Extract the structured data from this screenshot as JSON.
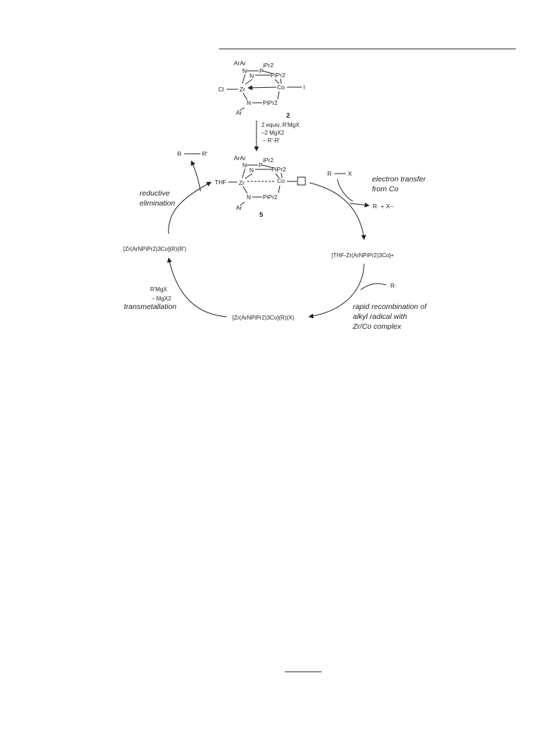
{
  "complex2": {
    "ar_top": "ArAr",
    "n_upper": "N",
    "n_mid": "N",
    "n_low": "N",
    "ipr2_top": "iPr2",
    "p_top": "P",
    "pipr2_mid": "PiPr2",
    "pipr2_low": "PiPr2",
    "cl": "Cl",
    "zr": "Zr",
    "co": "Co",
    "i": "I",
    "ar_low": "Ar",
    "number": "2"
  },
  "reagents_down": {
    "line1": "2 equiv. R'MgX",
    "line2": "–2 MgX2",
    "line3": "– R'-R'"
  },
  "complex5": {
    "ar_top": "ArAr",
    "n_upper": "N",
    "n_mid": "N",
    "n_low": "N",
    "ipr2_top": "iPr2",
    "p_top": "P",
    "pipr2_mid": "PiPr2",
    "pipr2_low": "PiPr2",
    "thf": "THF",
    "zr": "Zr",
    "co": "Co",
    "ar_low": "Ar",
    "number": "5"
  },
  "product": {
    "r": "R",
    "rprime": "R'"
  },
  "substrate": {
    "r": "R",
    "x": "X"
  },
  "labels": {
    "reductive_1": "reductive",
    "reductive_2": "elimination",
    "electron_1": "electron transfer",
    "electron_2": "from Co",
    "radical_products": "R· +  X–",
    "cation": "[THF-Zr(ArNPiPr2)3Co]+",
    "radical_in": "R·",
    "rapid_1": "rapid recombination of",
    "rapid_2": "alkyl radical with",
    "rapid_3": "Zr/Co complex",
    "bottom_complex": "[Zr(ArNPiPr2)3Co](R)(X)",
    "left_complex": "[Zr(ArNPiPr2)3Co](R)(R')",
    "rmgx": "R'MgX",
    "mgx2": "– MgX2",
    "transmetallation": "transmetallation"
  }
}
